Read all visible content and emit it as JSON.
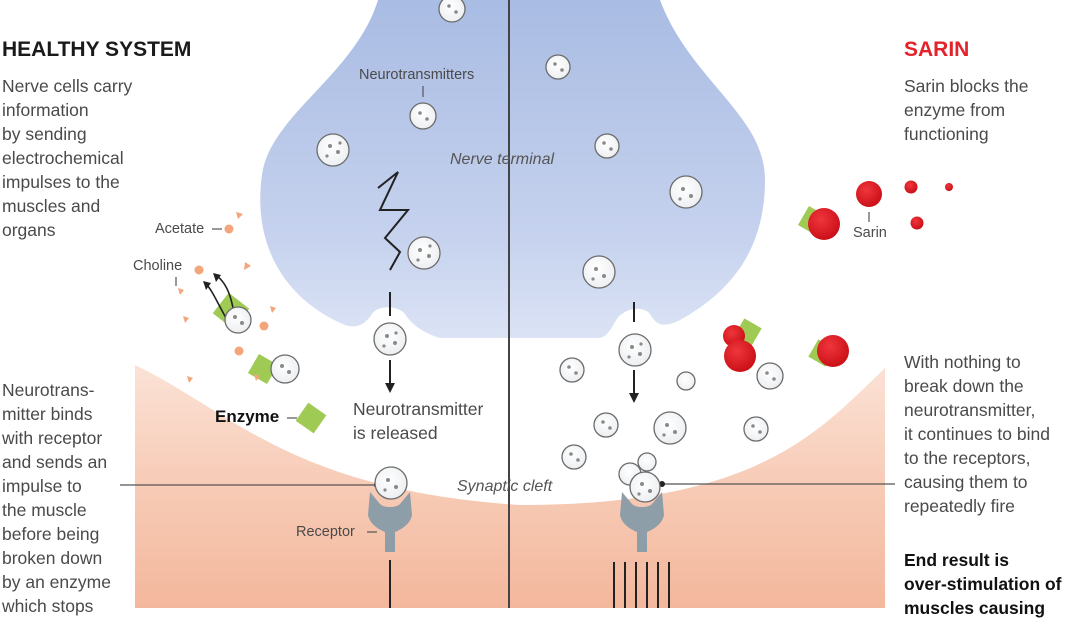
{
  "healthy": {
    "title": "HEALTHY SYSTEM",
    "intro": [
      "Nerve cells carry",
      "information",
      "by sending",
      "electrochemical",
      "impulses to the",
      "muscles and",
      "organs"
    ],
    "binding": [
      "Neurotrans-",
      "mitter binds",
      "with receptor",
      "and sends an",
      "impulse to",
      "the muscle",
      "before being",
      "broken down",
      "by an enzyme",
      "which stops"
    ]
  },
  "sarin": {
    "title": "SARIN",
    "intro": [
      "Sarin blocks the",
      "enzyme from",
      "functioning"
    ],
    "effect": [
      "With nothing to",
      "break down the",
      "neurotransmitter,",
      "it continues to bind",
      "to the receptors,",
      "causing them to",
      "repeatedly fire"
    ],
    "result": [
      "End result is",
      "over-stimulation of",
      "muscles causing"
    ]
  },
  "labels": {
    "neurotransmitters": "Neurotransmitters",
    "nerve_terminal": "Nerve terminal",
    "acetate": "Acetate",
    "choline": "Choline",
    "enzyme": "Enzyme",
    "released": [
      "Neurotransmitter",
      "is released"
    ],
    "synaptic_cleft": "Synaptic cleft",
    "receptor": "Receptor",
    "sarin": "Sarin"
  },
  "colors": {
    "heading_healthy": "#1a1a1a",
    "heading_sarin": "#e3222b",
    "nerve_fill": "#b7c6e6",
    "muscle_fill": "#f6c4ac",
    "sarin_red": "#d9121b",
    "enzyme_green": "#9fcb55",
    "receptor_grey": "#8e9ea8",
    "acetate_orange": "#f3a57c"
  }
}
